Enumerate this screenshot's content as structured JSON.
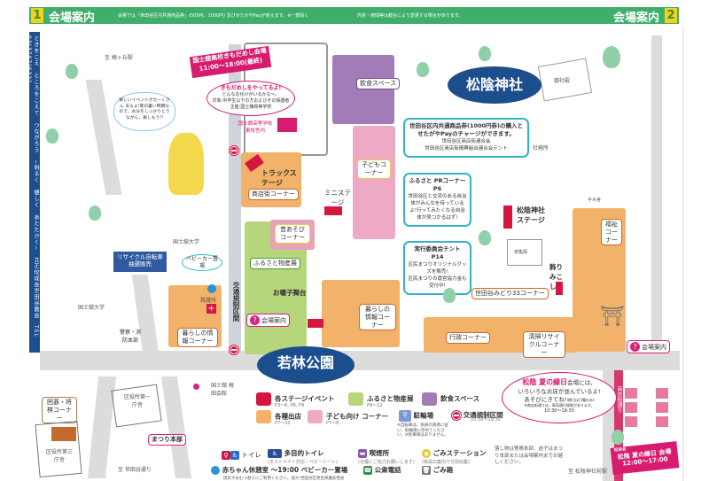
{
  "header": {
    "left_page": "1",
    "left_title": "会場案内",
    "notice": "会場では「世田谷区内共通商品券」(500円、1000円) 及びせたがやPayが使えます。※一部除く",
    "notice2": "内容・時間等は都合により変更する場合があります。",
    "right_title": "会場案内",
    "right_page": "2"
  },
  "side_banner": "ときをこえ　ところをこえて　つながろう　−明るく　優しく　あたたかく−　立正佼成会世田谷教会　TEL 03(3707)6321",
  "map": {
    "direction_umegaoka": "至 梅ヶ丘駅",
    "direction_setagaya": "至 世田谷通り",
    "direction_shoin_station": "至 松陰神社前駅",
    "mascot_bubble": "楽しいイベントがたーくさん あるよ!夏の暑い時期なので、水分をしっかりとりながら、楽しもう!!",
    "kimodameshi_banner_title": "国士舘高校きもだめし会場",
    "kimodameshi_banner_time": "11:00〜18:00(最終)",
    "kimodameshi_bubble": [
      "きもだめしをやってるよ!",
      "どんなお化けがいるかな〜。",
      "対象:中学生以下の方およびその保護者",
      "主催:国士舘高等学校"
    ],
    "kokushikan_school": "国士舘高等学校 東校舎内",
    "shoin_shrine": "松陰神社",
    "wakabayashi_park": "若林公園",
    "info_voucher": {
      "title": "世田谷区内共通商品券(1000円券)の購入とせたがやPayのチャージができます。",
      "line1": "世田谷区商店街連合会",
      "line2": "世田谷区商店街振興組合連合会テント"
    },
    "info_furusato_pr": {
      "title": "ふるさと PRコーナー P6",
      "body": "世田谷区と交流のある自治体がみんなを待っているよ!行ってみたくなる自治体が見つかるはず!"
    },
    "info_committee": {
      "title": "実行委員会テント P14",
      "line1": "区民まつりオリジナルグッズを販売!",
      "line2": "区民まつりの運営協力金も受付中!"
    },
    "labels": {
      "insyoku": "飲食スペース",
      "kodomo": "子どもコーナー",
      "track_stage": "トラックステージ",
      "shotengai": "商店街コーナー",
      "mini_stage": "ミニステージ",
      "mukashi_asobi": "昔あそびコーナー",
      "furusato": "ふるさと物産展",
      "ohayashi": "お囃子舞台",
      "kaijo_annai": "会場案内",
      "kaijo_annai2": "会場案内",
      "kurashi_left": "暮らしの情報コーナー",
      "kurashi_right": "暮らしの情報コーナー",
      "babycar": "ベビーカー置場",
      "kyugo": "救護所",
      "kotsu_kisei": "交通規制区間",
      "kokushikan_univ": "国士舘大学",
      "kokushikan_univ2": "国士舘大学",
      "recycle_bike": "リサイクル自転車抽選販売",
      "police": "警察・消防本部",
      "shoin_stage": "松陰神社ステージ",
      "sanshuden": "参集殿",
      "shamusho": "社務所",
      "goshaden": "御社殿",
      "temizuya": "手水舎",
      "kazari_mikoshi": "飾りみこし",
      "fukushi": "福祉コーナー",
      "midori33": "世田谷みどり33コーナー",
      "gyosei": "行政コーナー",
      "seiso": "清掃リサイクルコーナー",
      "igo": "囲碁・将棋コーナー",
      "kuyakusho1": "区役所第一庁舎",
      "kuyakusho3": "区役所第三庁舎",
      "matsuri_honbu": "まつり本部",
      "kokushikan_setagaya": "国士舘 梅田会館",
      "shotengai_dori": "商店街通り"
    },
    "ennichi_bubble": {
      "title": "松陰 夏の縁日",
      "title_suffix": "会場には、",
      "line1": "いろいろなお店が並んでいるよ!",
      "line2": "あそびにきてね!",
      "note_small": "(縁日は日曜のみ)",
      "note": "※商店街通りは、車両通行規制があります。",
      "time": "10:30〜19:30"
    },
    "ennichi_banner": {
      "sub": "松栄会",
      "title": "松陰 夏の縁日 会場",
      "time": "12:00〜17:00"
    }
  },
  "legend": {
    "items": [
      {
        "label": "各ステージイベント",
        "sub": "P3〜6, P8, P9",
        "color": "#d6163f"
      },
      {
        "label": "ふるさと物産展",
        "sub": "P9〜12",
        "color": "#b5d67a"
      },
      {
        "label": "飲食スペース",
        "sub": "",
        "color": "#a27cb6"
      },
      {
        "label": "各種出店",
        "sub": "P7〜10",
        "color": "#f2b26a"
      },
      {
        "label": "子ども向け コーナー",
        "sub": "P7〜8",
        "color": "#eeaac4"
      }
    ],
    "bike_parking": "駐輪場",
    "bike_note": "※自転車は、係員の誘導に従い、駐輪場に停めてください。※駐車場はありません。",
    "traffic": "交通規制区間",
    "traffic_time": "10:30〜19:30",
    "toilet": "トイレ",
    "multi_toilet": "多目的トイレ",
    "multi_toilet_note": "(オストメイト対応・ベビーシート)",
    "smoking": "喫煙所",
    "smoking_note": "(分煙にご協力お願いします)",
    "garbage_station": "ごみステーション",
    "garbage_station_note": "(係員の案内で分別収集)",
    "payphone": "公衆電話",
    "trash": "ごみ箱",
    "baby_room": "赤ちゃん休憩室 〜19:00",
    "babycar_place": "ベビーカー置場",
    "baby_note": "授乳やおむつ替えにご利用ください。協力:世田谷区更生保護女性会",
    "lost_found": "落し物は警察本部、迷子はまつり本部または会場案内までお越しください。"
  }
}
